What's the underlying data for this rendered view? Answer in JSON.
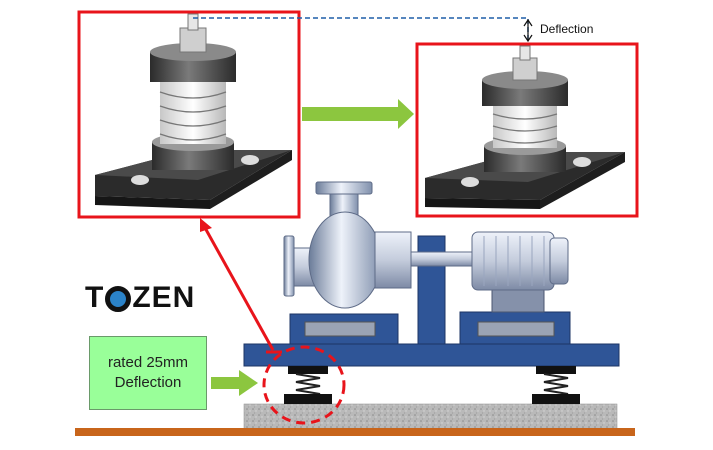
{
  "brand": {
    "logo_prefix": "T",
    "logo_suffix": "ZEN",
    "logo_ring_color": "#2b83c9"
  },
  "labels": {
    "deflection": "Deflection",
    "rated_line1": "rated 25mm",
    "rated_line2": "Deflection"
  },
  "colors": {
    "highlight_frame": "#e8141b",
    "arrow_green": "#8cc63f",
    "dashed_line": "#1f5fa8",
    "base_orange": "#c8651b",
    "machine_blue": "#2f5597",
    "label_box": "#99ff99"
  }
}
